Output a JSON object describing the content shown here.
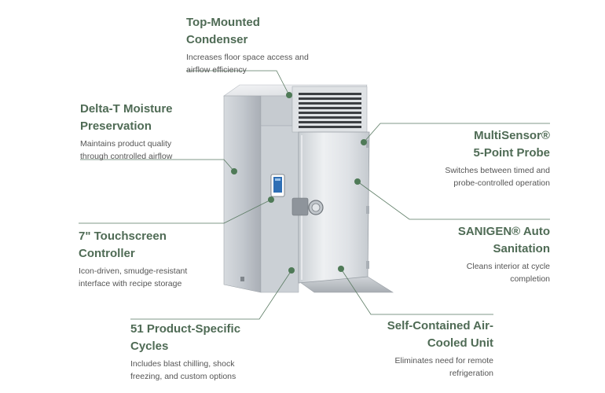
{
  "colors": {
    "accent": "#4f6b55",
    "text_muted": "#555555",
    "leader_line": "#5a7a62",
    "steel_light": "#e9ecef",
    "steel_mid": "#bfc4ca",
    "steel_dark": "#8e949b"
  },
  "callouts": {
    "condenser": {
      "title": "Top-Mounted\nCondenser",
      "desc": "Increases floor space access and\nairflow efficiency"
    },
    "delta_t": {
      "title": "Delta-T Moisture\nPreservation",
      "desc": "Maintains product quality\nthrough controlled airflow"
    },
    "touchscreen": {
      "title": "7\" Touchscreen\nController",
      "desc": "Icon-driven, smudge-resistant\ninterface with recipe storage"
    },
    "cycles": {
      "title": "51 Product-Specific\nCycles",
      "desc": "Includes blast chilling, shock\nfreezing, and custom options"
    },
    "multisensor": {
      "title": "MultiSensor®\n5-Point Probe",
      "desc": "Switches between timed and\nprobe-controlled operation"
    },
    "sanigen": {
      "title": "SANIGEN® Auto\nSanitation",
      "desc": "Cleans interior at cycle\ncompletion"
    },
    "self_contained": {
      "title": "Self-Contained Air-\nCooled Unit",
      "desc": "Eliminates need for remote\nrefrigeration"
    }
  }
}
